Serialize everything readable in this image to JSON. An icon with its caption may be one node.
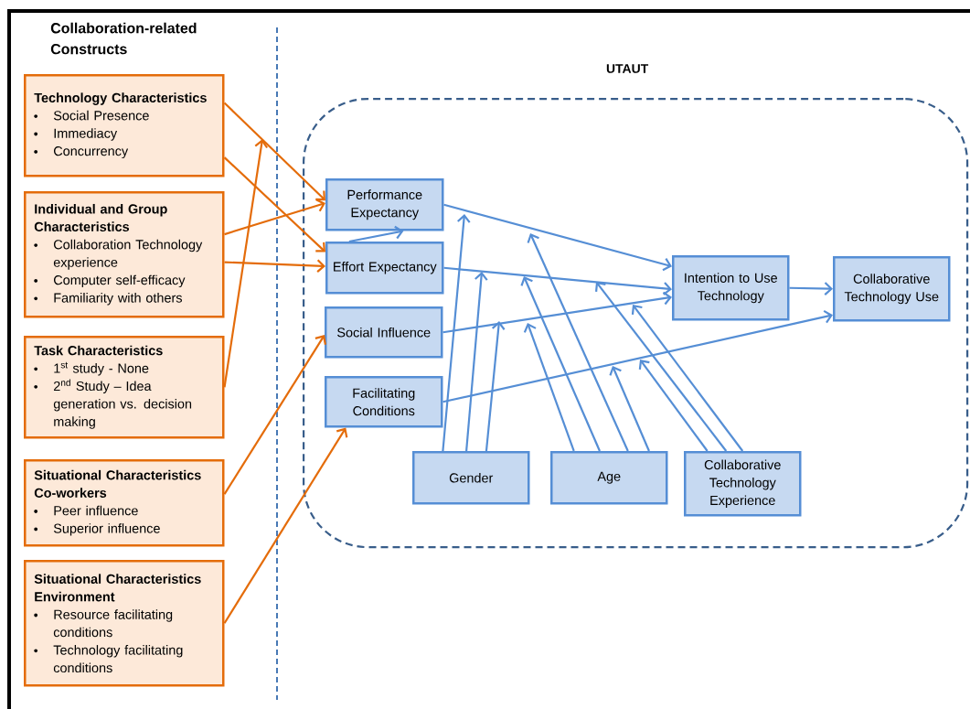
{
  "diagram": {
    "nodes": [
      {
        "text": [
          "Technology Characteristics",
          "Social Presence",
          "Immediacy",
          "Concurrency"
        ]
      },
      {
        "text": [
          "Individual and Group Characteristics",
          "Collaboration Technology experience",
          "Computer self-efficacy",
          "Familiarity with others"
        ]
      },
      {
        "text": [
          "Task Characteristics",
          "1$^{st}$ study - None",
          "2$^{nd}$ Study – Idea generation vs. decision making"
        ]
      },
      {
        "text": [
          "Situational Characteristics Co-workers",
          "Peer influence",
          "Superior influence"
        ]
      },
      {
        "text": [
          "Situational Characteristics Environment",
          "Resource facilitating conditions",
          "Technology facilitating conditions"
        ]
      },
      {
        "text": [
          "UTAUT"
        ]
      },
      {
        "text": [
          "Performance Expectancy"
        ],
        "in": 5
      },
      {
        "text": [
          "Effort Expectancy"
        ],
        "in": 5
      },
      {
        "text": [
          "Social Influence"
        ],
        "in": 5
      },
      {
        "text": [
          "Facilitating Conditions"
        ],
        "in": 5
      },
      {
        "text": [
          "Intention to Use Technology"
        ],
        "in": 5
      },
      {
        "text": [
          "Collaborative Technology Use"
        ],
        "in": 5
      },
      {
        "text": [
          "Gender"
        ],
        "in": 5
      },
      {
        "text": [
          "Age"
        ],
        "in": 5
      },
      {
        "text": [
          "Collaborative Technology Experience"
        ],
        "in": 5
      }
    ],
    "edges": [
      {
        "from": 0,
        "to": 6,
        "arrow": "to",
        "color": "#e46c0a"
      },
      {
        "from": 0,
        "to": 7,
        "arrow": "to",
        "color": "#e46c0a"
      },
      {
        "from": 1,
        "to": 6,
        "arrow": "to",
        "color": "#e46c0a"
      },
      {
        "from": 1,
        "to": 7,
        "arrow": "to",
        "color": "#e46c0a"
      },
      {
        "from": 2,
        "to": null,
        "arrow": "to",
        "color": "#e46c0a"
      },
      {
        "from": 3,
        "to": 8,
        "arrow": "to",
        "color": "#e46c0a"
      },
      {
        "from": 4,
        "to": 9,
        "arrow": "to",
        "color": "#e46c0a"
      },
      {
        "from": 7,
        "to": 6,
        "arrow": "to"
      },
      {
        "from": 6,
        "to": 10,
        "arrow": "to"
      },
      {
        "from": 7,
        "to": 10,
        "arrow": "to"
      },
      {
        "from": 8,
        "to": 10,
        "arrow": "to"
      },
      {
        "from": 9,
        "to": 11,
        "arrow": "to"
      },
      {
        "from": 10,
        "to": 11,
        "arrow": "to"
      },
      {
        "from": 12,
        "to": null,
        "arrow": "to"
      },
      {
        "from": 12,
        "to": null,
        "arrow": "to"
      },
      {
        "from": 12,
        "to": null,
        "arrow": "to"
      },
      {
        "from": 13,
        "to": null,
        "arrow": "to"
      },
      {
        "from": 13,
        "to": null,
        "arrow": "to"
      },
      {
        "from": 13,
        "to": null,
        "arrow": "to"
      },
      {
        "from": 13,
        "to": null,
        "arrow": "to"
      },
      {
        "from": 14,
        "to": null,
        "arrow": "to"
      },
      {
        "from": 14,
        "to": null,
        "arrow": "to"
      },
      {
        "from": 14,
        "to": null,
        "arrow": "to"
      }
    ],
    "labels": [
      "Collaboration-related Constructs"
    ]
  }
}
